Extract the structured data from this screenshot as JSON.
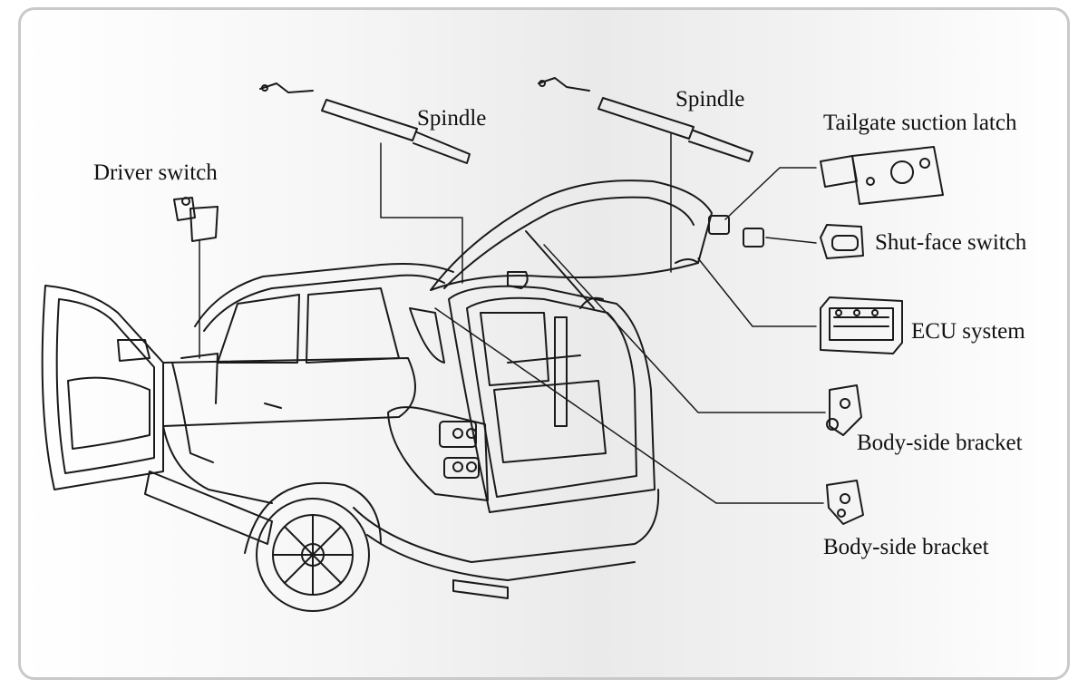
{
  "labels": {
    "spindle_left": "Spindle",
    "spindle_right": "Spindle",
    "driver_switch": "Driver switch",
    "tailgate_latch": "Tailgate suction latch",
    "shut_face_switch": "Shut-face switch",
    "ecu_system": "ECU system",
    "body_bracket_upper": "Body-side bracket",
    "body_bracket_lower": "Body-side bracket"
  },
  "colors": {
    "ink": "#1a1a1a",
    "frame": "#c9c9c9"
  }
}
